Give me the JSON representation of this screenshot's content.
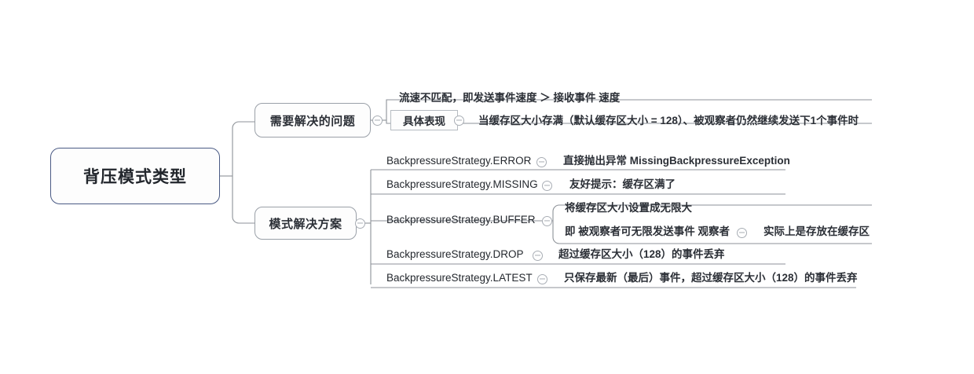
{
  "root": {
    "label": "背压模式类型"
  },
  "branches": [
    {
      "label": "需要解决的问题",
      "children": [
        {
          "label": "流速不匹配，即发送事件速度 ＞ 接收事件 速度",
          "boxed": false
        },
        {
          "label": "具体表现",
          "boxed": true,
          "children": [
            {
              "label": "当缓存区大小存满（默认缓存区大小 = 128）、被观察者仍然继续发送下1个事件时"
            }
          ]
        }
      ]
    },
    {
      "label": "模式解决方案",
      "children": [
        {
          "label": "BackpressureStrategy.ERROR",
          "detail": "直接抛出异常 MissingBackpressureException"
        },
        {
          "label": "BackpressureStrategy.MISSING",
          "detail": "友好提示：缓存区满了"
        },
        {
          "label": "BackpressureStrategy.BUFFER",
          "sub": [
            {
              "label": "将缓存区大小设置成无限大"
            },
            {
              "label": "即 被观察者可无限发送事件 观察者",
              "detail": "实际上是存放在缓存区"
            }
          ]
        },
        {
          "label": "BackpressureStrategy.DROP",
          "detail": "超过缓存区大小（128）的事件丢弃"
        },
        {
          "label": "BackpressureStrategy.LATEST",
          "detail": "只保存最新（最后）事件，超过缓存区大小（128）的事件丢弃"
        }
      ]
    }
  ],
  "icons": {
    "collapse": "collapse-toggle"
  },
  "colors": {
    "root_border": "#4a5a84",
    "node_border": "#9aa0a8",
    "wire": "#8d9298",
    "text": "#2b2f36"
  }
}
